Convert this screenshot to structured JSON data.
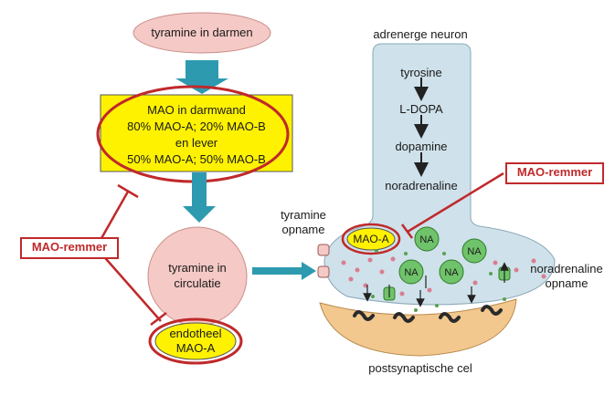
{
  "colors": {
    "pink": "#f4c9c6",
    "yellow": "#fff200",
    "red": "#c0292b",
    "teal": "#2e9ab0",
    "neuron_fill": "#cfe1ea",
    "postsynaptic": "#f2c88e",
    "vesicle_green": "#6fc36a"
  },
  "nodes": {
    "tyramine_gut": "tyramine in darmen",
    "mao_box": {
      "line1": "MAO in darmwand",
      "line2": "80% MAO-A; 20% MAO-B",
      "line3": "en lever",
      "line4": "50% MAO-A; 50% MAO-B"
    },
    "tyramine_circ": {
      "line1": "tyramine in",
      "line2": "circulatie"
    },
    "endotheel": {
      "line1": "endotheel",
      "line2": "MAO-A"
    }
  },
  "labels": {
    "mao_remmer_left": "MAO-remmer",
    "mao_remmer_right": "MAO-remmer",
    "neuron_title": "adrenerge neuron",
    "tyramine_uptake": {
      "line1": "tyramine",
      "line2": "opname"
    },
    "na_uptake": {
      "line1": "noradrenaline",
      "line2": "opname"
    },
    "postsynaptic": "postsynaptische cel",
    "mao_a_neuron": "MAO-A",
    "vesicle": "NA"
  },
  "pathway": [
    "tyrosine",
    "L-DOPA",
    "dopamine",
    "noradrenaline"
  ]
}
